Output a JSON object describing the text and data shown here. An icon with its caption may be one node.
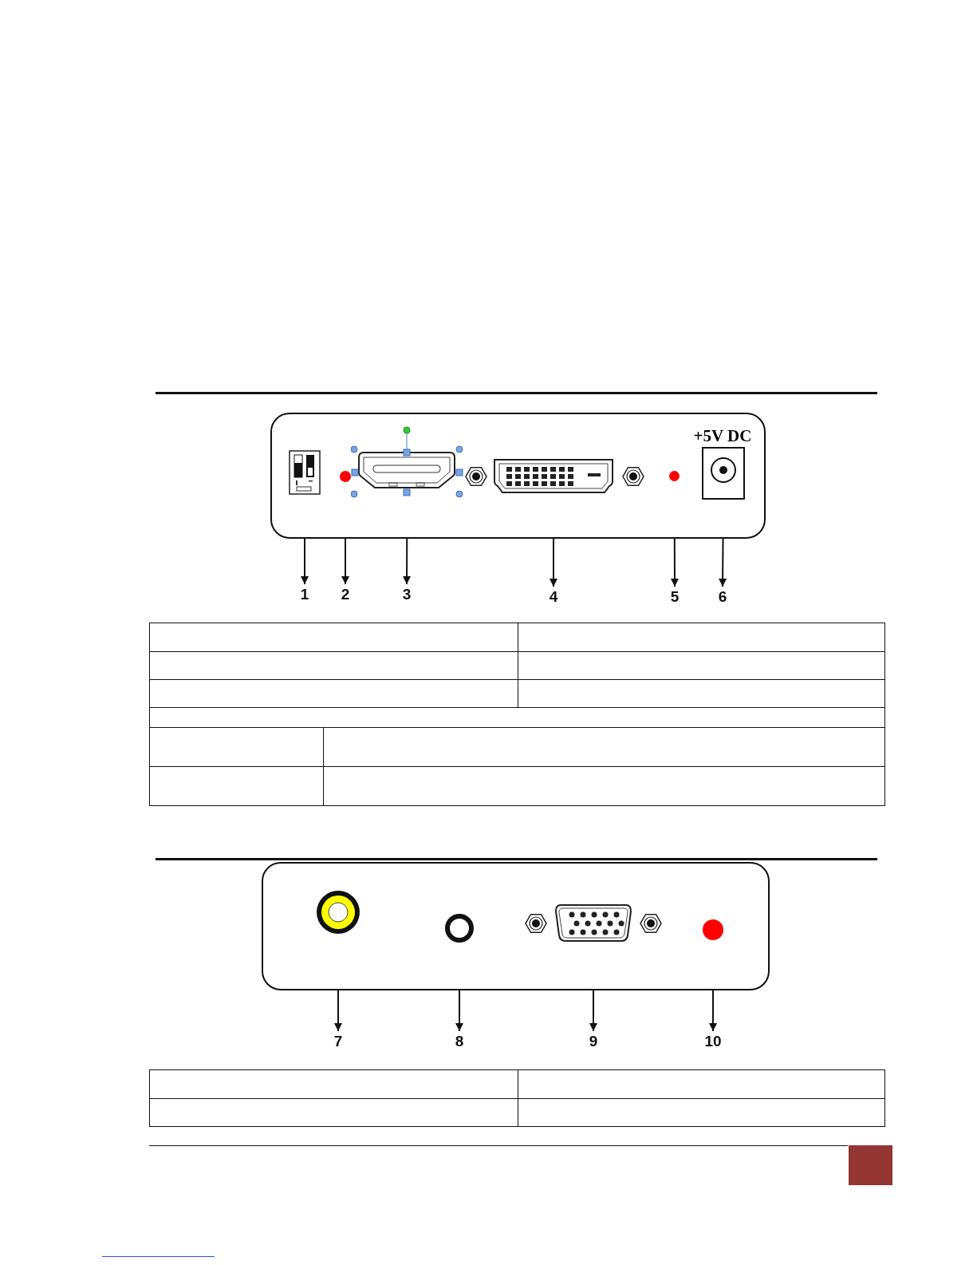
{
  "diagram": {
    "nodes": [
      {
        "text": [],
        "shape": "box"
      },
      {
        "text": [],
        "shape": "switch",
        "in": 0
      },
      {
        "text": [],
        "shape": "circle",
        "in": 0
      },
      {
        "text": [],
        "shape": "port",
        "in": 0
      },
      {
        "text": [],
        "shape": "port",
        "in": 0
      },
      {
        "text": [],
        "shape": "circle",
        "in": 0
      },
      {
        "text": [
          "+5V DC"
        ],
        "in": 0
      },
      {
        "text": [
          "1"
        ]
      },
      {
        "text": [
          "2"
        ]
      },
      {
        "text": [
          "3"
        ]
      },
      {
        "text": [
          "4"
        ]
      },
      {
        "text": [
          "5"
        ]
      },
      {
        "text": [
          "6"
        ]
      },
      {
        "text": [],
        "shape": "box"
      },
      {
        "text": [],
        "shape": "circle",
        "in": 13
      },
      {
        "text": [],
        "shape": "circle",
        "in": 13
      },
      {
        "text": [],
        "shape": "port",
        "in": 13
      },
      {
        "text": [],
        "shape": "circle",
        "in": 13
      },
      {
        "text": [
          "7"
        ]
      },
      {
        "text": [
          "8"
        ]
      },
      {
        "text": [
          "9"
        ]
      },
      {
        "text": [
          "10"
        ]
      }
    ],
    "edges": [
      {
        "from": 1,
        "to": 7,
        "arrow": "to"
      },
      {
        "from": 2,
        "to": 8,
        "arrow": "to"
      },
      {
        "from": 3,
        "to": 9,
        "arrow": "to"
      },
      {
        "from": 4,
        "to": 10,
        "arrow": "to"
      },
      {
        "from": 5,
        "to": 11,
        "arrow": "to"
      },
      {
        "from": 6,
        "to": 12,
        "arrow": "to"
      },
      {
        "from": 14,
        "to": 18,
        "arrow": "to"
      },
      {
        "from": 15,
        "to": 19,
        "arrow": "to"
      },
      {
        "from": 16,
        "to": 20,
        "arrow": "to"
      },
      {
        "from": 17,
        "to": 21,
        "arrow": "to"
      }
    ]
  }
}
